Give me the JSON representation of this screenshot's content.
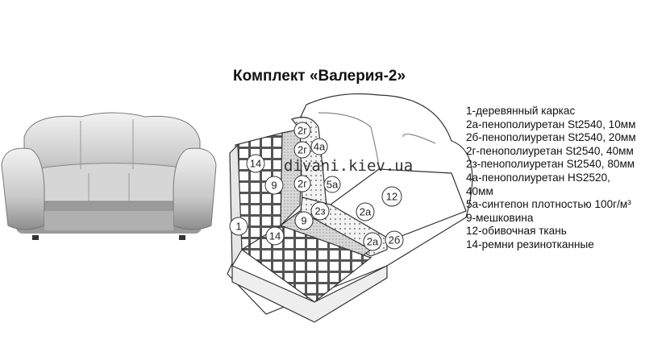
{
  "title": "Комплект «Валерия-2»",
  "watermark": "divani.kiev.ua",
  "legend": [
    "1-деревянный каркас",
    "2а-пенополиуретан St2540, 10мм",
    "2б-пенополиуретан St2540, 20мм",
    "2г-пенополиуретан St2540, 40мм",
    "2з-пенополиуретан St2540, 80мм",
    "4а-пенополиуретан  HS2520,",
    "40мм",
    "5а-синтепон плотностью 100г/м³",
    "9-мешковина",
    "12-обивочная ткань",
    "14-ремни резинотканные"
  ],
  "callouts": [
    "2г",
    "2г",
    "4а",
    "14",
    "9",
    "2г",
    "5а",
    "12",
    "2з",
    "2а",
    "9",
    "1",
    "14",
    "2а",
    "2б"
  ]
}
